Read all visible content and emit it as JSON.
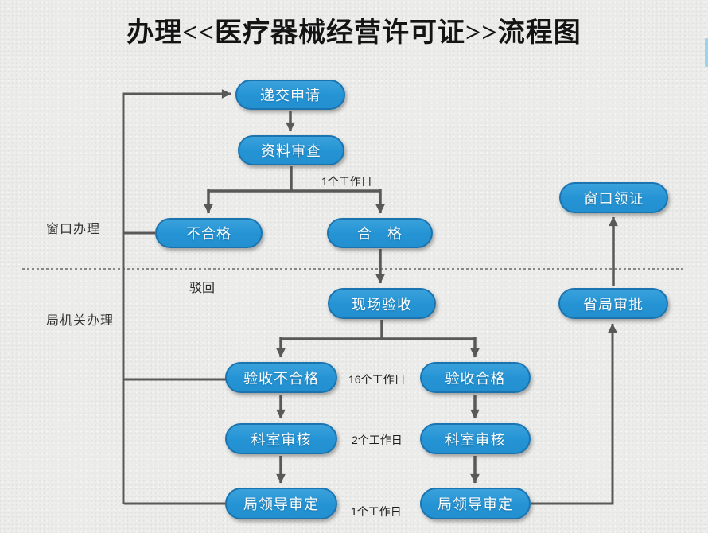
{
  "title": "办理<<医疗器械经营许可证>>流程图",
  "lanes": {
    "window": "窗口办理",
    "bureau": "局机关办理"
  },
  "nodes": {
    "submit": "递交申请",
    "doc_review": "资料审查",
    "unqualified": "不合格",
    "qualified": "合　格",
    "onsite_acceptance": "现场验收",
    "acceptance_fail": "验收不合格",
    "acceptance_pass": "验收合格",
    "dept_review_left": "科室审核",
    "dept_review_right": "科室审核",
    "leader_approval_left": "局领导审定",
    "leader_approval_right": "局领导审定",
    "provincial_approval": "省局审批",
    "collect_certificate": "窗口领证"
  },
  "edge_labels": {
    "review_duration": "1个工作日",
    "reject": "驳回",
    "acceptance_duration": "16个工作日",
    "dept_duration": "2个工作日",
    "leader_duration": "1个工作日"
  },
  "colors": {
    "node_fill": "#2493d4",
    "node_border": "#1b74b0",
    "node_text": "#ffffff",
    "connector": "#595959",
    "dashed_divider": "#666666",
    "background": "#ecedeb",
    "accent_strip": "#9fd0ec"
  }
}
